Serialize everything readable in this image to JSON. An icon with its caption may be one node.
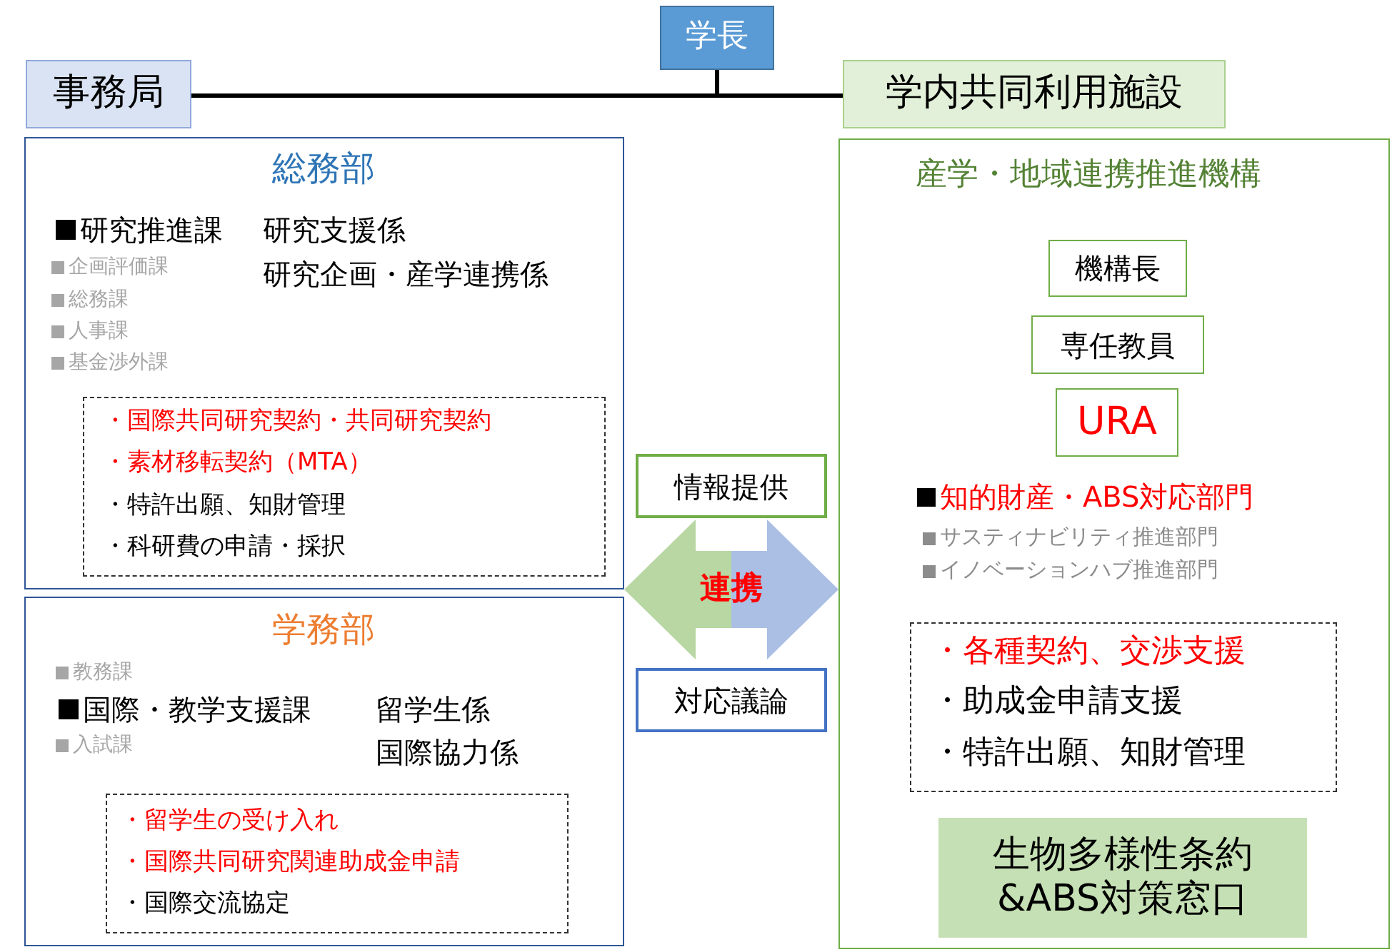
{
  "diagram": {
    "nodes": [
      {
        "text": [
          "学長"
        ]
      },
      {
        "text": [
          "事務局"
        ]
      },
      {
        "text": [
          "学内共同利用施設"
        ]
      },
      {
        "text": [
          "総務部",
          "研究推進課",
          "研究支援係",
          "企画評価課",
          "研究企画・産学連携係",
          "総務課",
          "人事課",
          "基金渉外課"
        ]
      },
      {
        "text": [
          "・国際共同研究契約・共同研究契約",
          "・素材移転契約（MTA）",
          "・特許出願、知財管理",
          "・科研費の申請・採択"
        ],
        "in": 3
      },
      {
        "text": [
          "学務部",
          "教務課",
          "国際・教学支援課",
          "留学生係",
          "入試課",
          "国際協力係"
        ]
      },
      {
        "text": [
          "・留学生の受け入れ",
          "・国際共同研究関連助成金申請",
          "・国際交流協定"
        ],
        "in": 5
      },
      {
        "text": [
          "情報提供"
        ]
      },
      {
        "text": [
          "対応議論"
        ]
      },
      {
        "text": [
          "産学・地域連携推進機構",
          "知的財産・ABS対応部門",
          "サスティナビリティ推進部門",
          "イノベーションハブ推進部門"
        ]
      },
      {
        "text": [
          "機構長"
        ],
        "in": 9
      },
      {
        "text": [
          "専任教員"
        ],
        "in": 9
      },
      {
        "text": [
          "URA"
        ],
        "in": 9
      },
      {
        "text": [
          "・各種契約、交渉支援",
          "・助成金申請支援",
          "・特許出願、知財管理"
        ],
        "in": 9
      },
      {
        "text": [
          "生物多様性条約&ABS対策窓口"
        ],
        "in": 9
      }
    ],
    "edges": [
      {
        "from": 0,
        "to": 1,
        "arrow": "none"
      },
      {
        "from": 0,
        "to": 2,
        "arrow": "none"
      },
      {
        "from": 3,
        "to": 9,
        "arrow": "both",
        "label": "連携",
        "style": "thick"
      }
    ]
  }
}
